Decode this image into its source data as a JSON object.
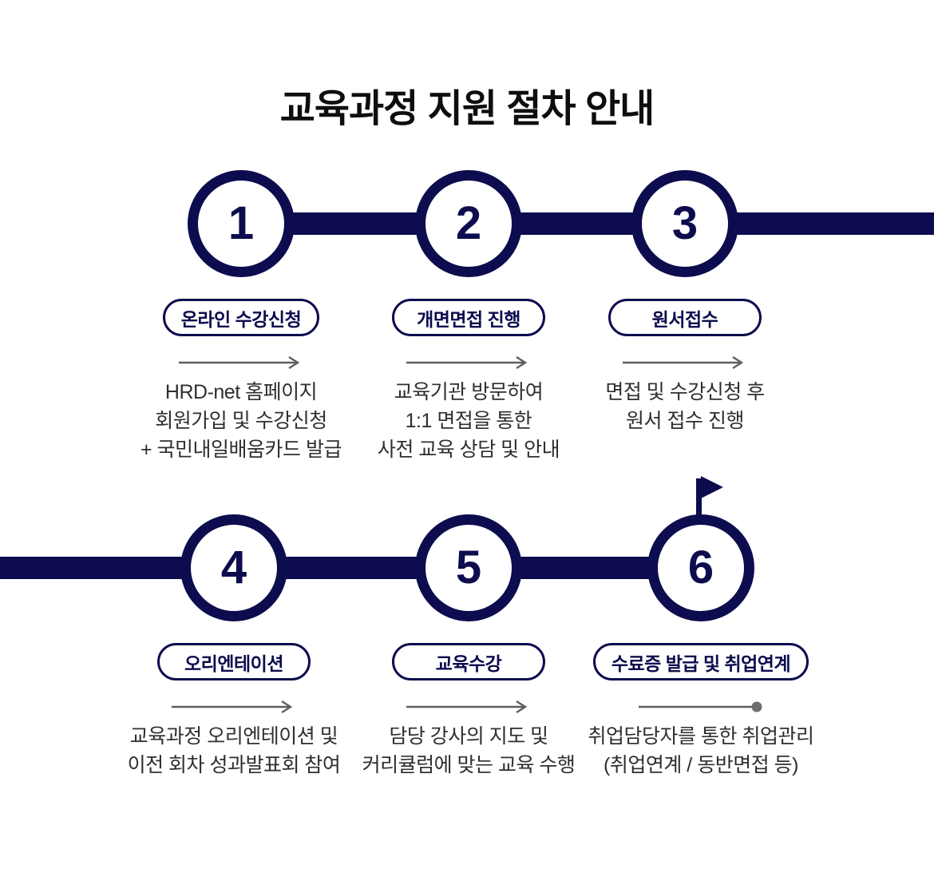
{
  "title": "교육과정 지원 절차 안내",
  "colors": {
    "navy": "#0c0c4e",
    "title_text": "#0e0e0e",
    "description_text": "#2f2f2f",
    "arrow_gray": "#5f5f5f",
    "dot_gray": "#6e6e6e",
    "background": "#ffffff"
  },
  "steps": [
    {
      "number": "1",
      "label": "온라인 수강신청",
      "desc_lines": [
        "HRD-net 홈페이지",
        "회원가입 및 수강신청",
        "+ 국민내일배움카드 발급"
      ]
    },
    {
      "number": "2",
      "label": "개면면접 진행",
      "desc_lines": [
        "교육기관 방문하여",
        "1:1 면접을 통한",
        "사전 교육 상담 및 안내"
      ]
    },
    {
      "number": "3",
      "label": "원서접수",
      "desc_lines": [
        "면접 및 수강신청 후",
        "원서 접수 진행"
      ]
    },
    {
      "number": "4",
      "label": "오리엔테이션",
      "desc_lines": [
        "교육과정 오리엔테이션 및",
        "이전 회차 성과발표회 참여"
      ]
    },
    {
      "number": "5",
      "label": "교육수강",
      "desc_lines": [
        "담당 강사의 지도 및",
        "커리큘럼에 맞는 교육 수행"
      ]
    },
    {
      "number": "6",
      "label": "수료증 발급 및 취업연계",
      "desc_lines": [
        "취업담당자를 통한 취업관리",
        "(취업연계 / 동반면접 등)"
      ],
      "has_finish_flag": true
    }
  ]
}
